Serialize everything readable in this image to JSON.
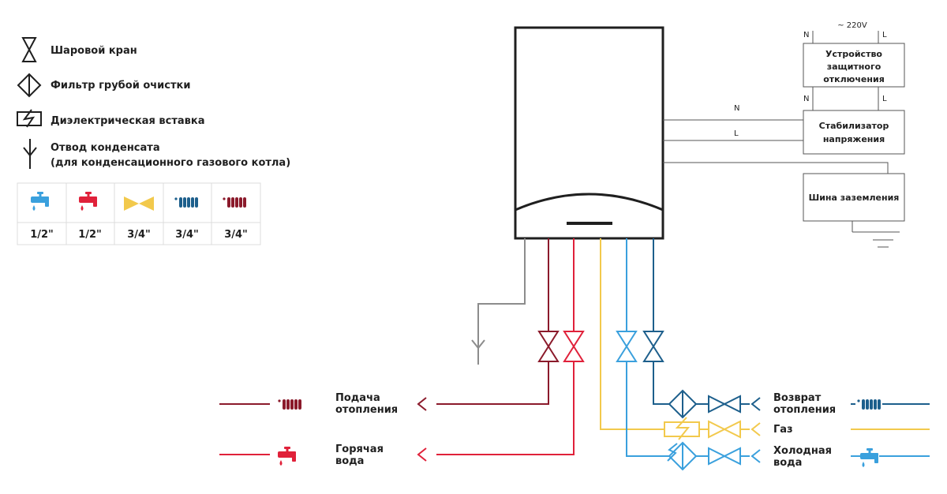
{
  "legend": {
    "ball_valve": "Шаровой кран",
    "coarse_filter": "Фильтр грубой очистки",
    "dielectric_insert": "Диэлектрическая вставка",
    "condensate_line1": "Отвод конденсата",
    "condensate_line2": "(для конденсационного газового котла)"
  },
  "sizes": [
    "1/2\"",
    "1/2\"",
    "3/4\"",
    "3/4\"",
    "3/4\""
  ],
  "electrical": {
    "supply": "~ 220V",
    "rcd_line1": "Устройство",
    "rcd_line2": "защитного",
    "rcd_line3": "отключения",
    "stabilizer_line1": "Стабилизатор",
    "stabilizer_line2": "напряжения",
    "ground_bus": "Шина заземления",
    "n": "N",
    "l": "L"
  },
  "pipes": {
    "heating_supply_1": "Подача",
    "heating_supply_2": "отопления",
    "hot_water_1": "Горячая",
    "hot_water_2": "вода",
    "heating_return_1": "Возврат",
    "heating_return_2": "отопления",
    "gas": "Газ",
    "cold_water_1": "Холодная",
    "cold_water_2": "вода"
  },
  "colors": {
    "dark_red": "#8b1a2b",
    "red": "#e0213a",
    "yellow": "#f2c94c",
    "light_blue": "#3aa0dd",
    "dark_blue": "#1d5f8c",
    "gray": "#8c8c8c",
    "black": "#1f1f1f"
  }
}
